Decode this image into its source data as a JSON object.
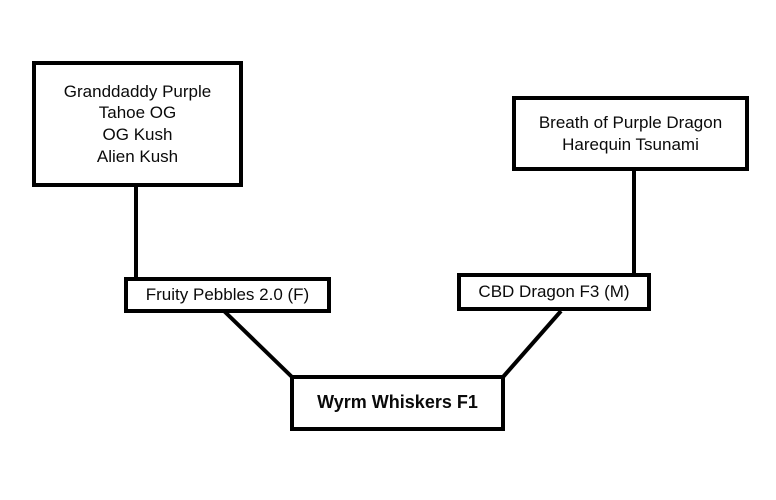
{
  "diagram": {
    "title": "Wyrm Whiskers F1 breeding lineage chart",
    "background_color": "#ffffff",
    "line_color": "#000000",
    "text_color": "#0a0a0a",
    "nodes": {
      "grandparent_left": {
        "lines": [
          "Granddaddy Purple",
          "Tahoe OG",
          "OG Kush",
          "Alien Kush"
        ]
      },
      "grandparent_right": {
        "lines": [
          "Breath of Purple Dragon",
          "Harequin Tsunami"
        ]
      },
      "parent_female": {
        "lines": [
          "Fruity Pebbles 2.0 (F)"
        ]
      },
      "parent_male": {
        "lines": [
          "CBD Dragon F3 (M)"
        ]
      },
      "offspring": {
        "lines": [
          "Wyrm Whiskers F1"
        ]
      }
    }
  }
}
